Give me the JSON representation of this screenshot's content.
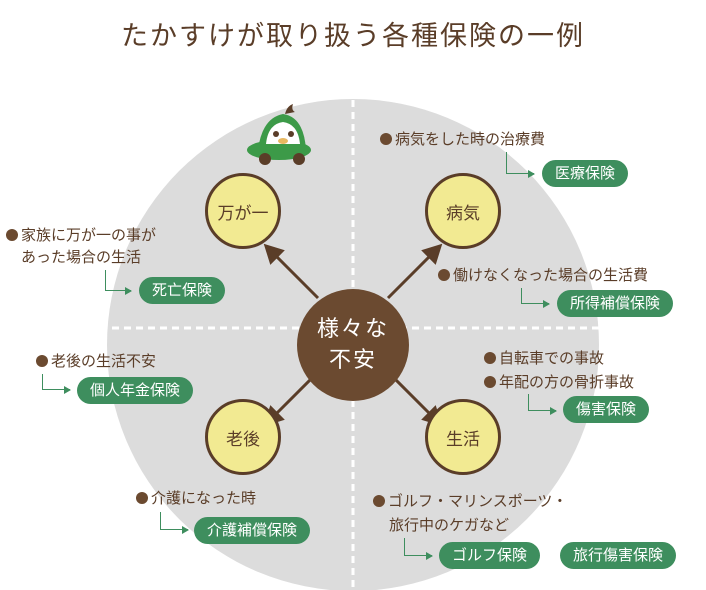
{
  "title": "たかすけが取り扱う各種保険の一例",
  "center": {
    "line1": "様々な",
    "line2": "不安"
  },
  "nodes": {
    "tl": "万が一",
    "tr": "病気",
    "bl": "老後",
    "br": "生活"
  },
  "items": {
    "tr1": {
      "text": "病気をした時の治療費",
      "pill": "医療保険"
    },
    "tr2": {
      "text": "働けなくなった場合の生活費",
      "pill": "所得補償保険"
    },
    "tl1": {
      "line1": "家族に万が一の事が",
      "line2": "あった場合の生活",
      "pill": "死亡保険"
    },
    "bl1": {
      "text": "老後の生活不安",
      "pill": "個人年金保険"
    },
    "br1": {
      "line1": "自転車での事故",
      "line2": "年配の方の骨折事故",
      "pill": "傷害保険"
    },
    "bl2": {
      "text": "介護になった時",
      "pill": "介護補償保険"
    },
    "br2": {
      "line1": "ゴルフ・マリンスポーツ・",
      "line2": "旅行中のケガなど",
      "pill1": "ゴルフ保険",
      "pill2": "旅行傷害保険"
    }
  },
  "colors": {
    "circle": "#dcdcdc",
    "node": "#f2ea92",
    "center": "#6b4a30",
    "pill": "#3e8e5e",
    "text": "#5a3d28",
    "car": "#3c9a48"
  },
  "icons": {
    "mascot": "green-car-mascot-icon"
  }
}
